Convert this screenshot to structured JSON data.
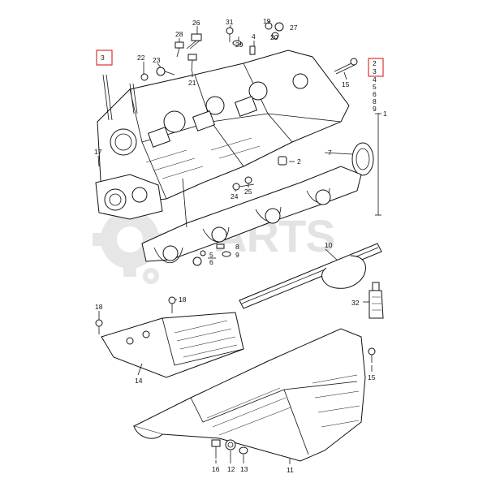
{
  "watermark": {
    "text": "PARTS",
    "color": "#e3e3e3"
  },
  "highlight_color": "#d33333",
  "callouts": {
    "c3_left": "3",
    "c2_right": "2",
    "c3_right": "3",
    "c4": "4",
    "c5": "5",
    "c6": "6",
    "c8": "8",
    "c9": "9",
    "c1": "1",
    "c26": "26",
    "c31": "31",
    "c19": "19",
    "c27": "27",
    "c28": "28",
    "c4top": "4",
    "c20": "20",
    "c29": "29",
    "c22": "22",
    "c23": "23",
    "c21": "21",
    "c15a": "15",
    "c17": "17",
    "c7": "7",
    "c2mid": "2",
    "c24": "24",
    "c25": "25",
    "c8mid": "8",
    "c5mid": "5",
    "c6mid": "6",
    "c9mid": "9",
    "c10": "10",
    "c32": "32",
    "c18a": "18",
    "c18b": "18",
    "c14": "14",
    "c15b": "15",
    "c16": "16",
    "c12": "12",
    "c13": "13",
    "c11": "11"
  }
}
